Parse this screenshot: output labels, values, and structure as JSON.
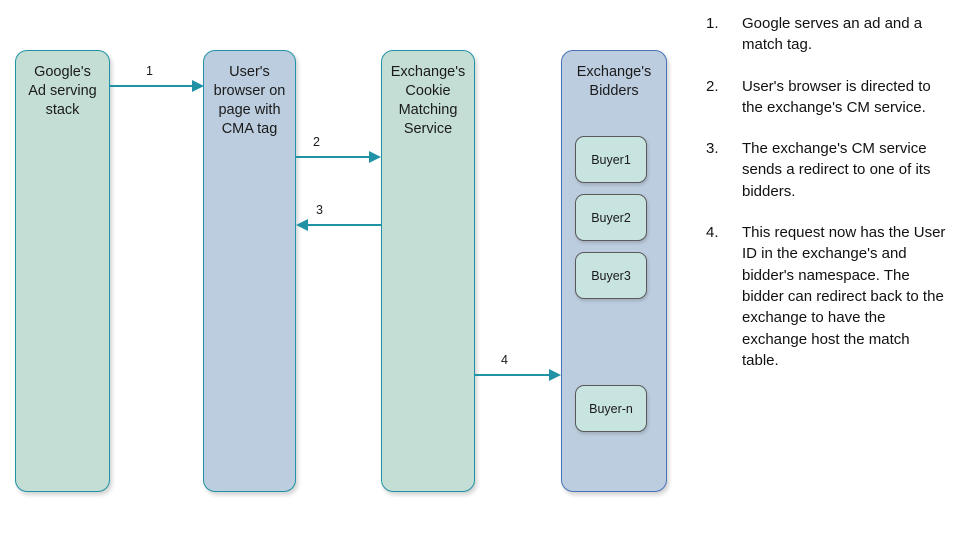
{
  "diagram": {
    "type": "cookie-matching-flow",
    "colors": {
      "green_fill": "#c4ded5",
      "blue_fill": "#bccddf",
      "teal_border": "#1f93a5",
      "blue_border": "#4a72b8",
      "buyer_fill": "#c8e4e0",
      "buyer_border": "#5a5a5a",
      "arrow": "#1f93a5",
      "text": "#111111",
      "background": "#ffffff"
    },
    "nodes": [
      {
        "id": "google",
        "label": "Google's\nAd serving\nstack"
      },
      {
        "id": "browser",
        "label": "User's\nbrowser on\npage with\nCMA tag"
      },
      {
        "id": "cms",
        "label": "Exchange's\nCookie\nMatching\nService"
      },
      {
        "id": "bidders",
        "label": "Exchange's\nBidders"
      }
    ],
    "buyers": [
      {
        "label": "Buyer1"
      },
      {
        "label": "Buyer2"
      },
      {
        "label": "Buyer3"
      },
      {
        "label": "Buyer-n"
      }
    ],
    "arrows": [
      {
        "id": "a1",
        "label": "1",
        "from": "google",
        "to": "browser",
        "direction": "right"
      },
      {
        "id": "a2",
        "label": "2",
        "from": "browser",
        "to": "cms",
        "direction": "right"
      },
      {
        "id": "a3",
        "label": "3",
        "from": "cms",
        "to": "browser",
        "direction": "left"
      },
      {
        "id": "a4",
        "label": "4",
        "from": "cms",
        "to": "bidders",
        "direction": "right"
      }
    ]
  },
  "steps": [
    {
      "number": "1.",
      "text": "Google serves an ad and a match tag."
    },
    {
      "number": "2.",
      "text": "User's browser is directed to the exchange's CM service."
    },
    {
      "number": "3.",
      "text": "The exchange's CM service sends a redirect to one of its bidders."
    },
    {
      "number": "4.",
      "text": "This request now has the User ID in the exchange's and bidder's namespace. The bidder can redirect back to the exchange to have the exchange host the match table."
    }
  ]
}
